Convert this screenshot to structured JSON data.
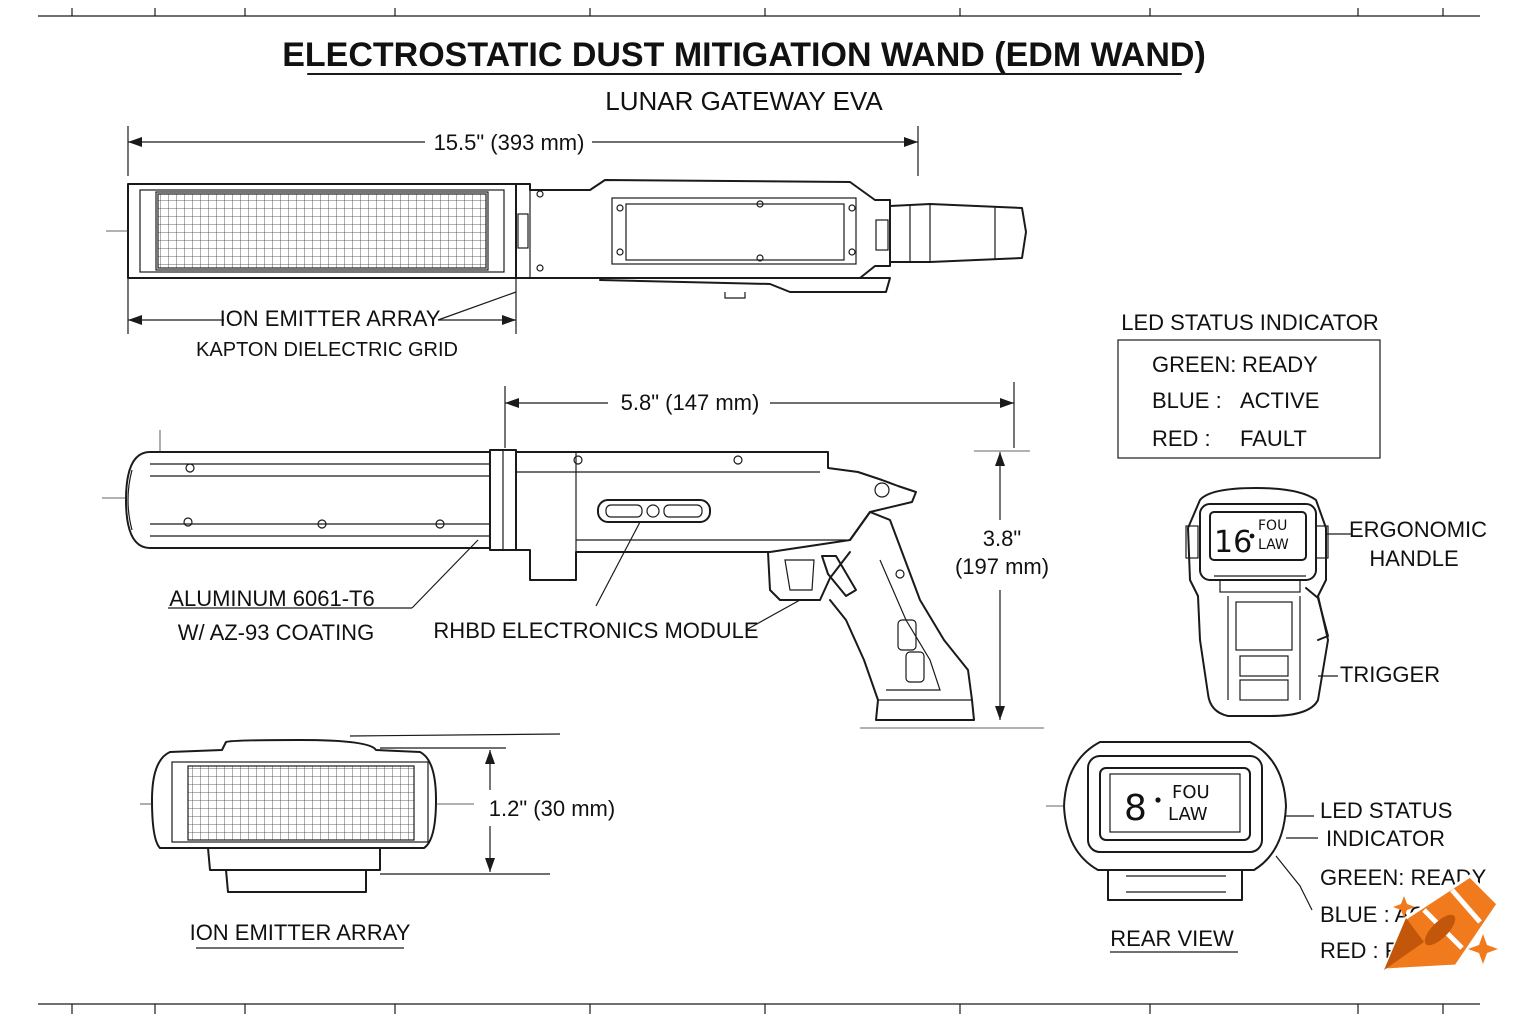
{
  "title": "ELECTROSTATIC DUST MITIGATION WAND (EDM WAND)",
  "subtitle": "LUNAR GATEWAY EVA",
  "dimensions": {
    "overall_length": "15.5\" (393 mm)",
    "section_length": "5.8\" (147 mm)",
    "height_line1": "3.8\"",
    "height_line2": "(197 mm)",
    "front_height": "1.2\" (30 mm)"
  },
  "callouts": {
    "ion_emitter_top": "ION EMITTER ARRAY",
    "kapton": "KAPTON DIELECTRIC GRID",
    "aluminum": "ALUMINUM 6061-T6",
    "coating": "W/ AZ-93 COATING",
    "rhbd": "RHBD ELECTRONICS MODULE",
    "ion_emitter_front": "ION EMITTER ARRAY",
    "ergonomic_1": "ERGONOMIC",
    "ergonomic_2": "HANDLE",
    "trigger": "TRIGGER",
    "rear_view": "REAR VIEW",
    "led_1": "LED STATUS",
    "led_2": "INDICATOR"
  },
  "led_legend": {
    "title": "LED STATUS INDICATOR",
    "rows": [
      {
        "color": "GREEN:",
        "state": "READY"
      },
      {
        "color": "BLUE :",
        "state": "ACTIVE"
      },
      {
        "color": "RED :",
        "state": "FAULT"
      }
    ]
  },
  "led_legend_small": {
    "rows": [
      "GREEN: READY",
      "BLUE : ACTIVE",
      "RED : FAULT"
    ]
  },
  "displays": {
    "side_num": "16",
    "side_top": "FOU",
    "side_bot": "LAW",
    "rear_num": "8",
    "rear_top": "FOU",
    "rear_bot": "LAW"
  },
  "colors": {
    "ink": "#1a1a1a",
    "paper": "#ffffff",
    "watermark": "#f07a1c"
  },
  "icons": [
    "crayon-icon",
    "sparkle-icon"
  ]
}
